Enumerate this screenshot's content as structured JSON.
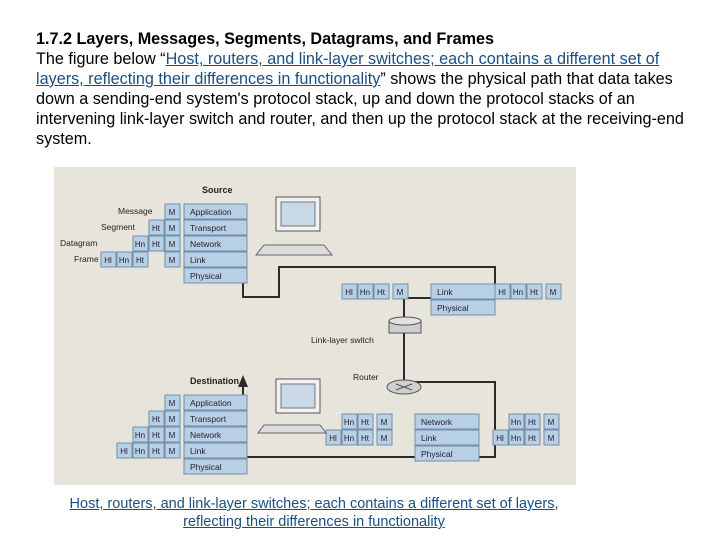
{
  "slide": {
    "heading": "1.7.2 Layers, Messages, Segments, Datagrams, and Frames",
    "intro_before_link": "The figure below “",
    "link_text": "Host, routers, and link-layer switches; each contains a different set of layers, reflecting their differences in functionality",
    "intro_after_link": "” shows the physical path that data takes down a sending-end system's protocol stack, up and down the protocol stacks of an intervening link-layer switch and router, and then up the protocol stack at the receiving-end system.",
    "caption": "Host, routers, and link-layer switches; each contains a different set of layers, reflecting their differences in functionality"
  },
  "figure": {
    "source_title": "Source",
    "destination_title": "Destination",
    "switch_label": "Link-layer switch",
    "router_label": "Router",
    "unit_labels": [
      "Message",
      "Segment",
      "Datagram",
      "Frame"
    ],
    "layers": [
      "Application",
      "Transport",
      "Network",
      "Link",
      "Physical"
    ],
    "switch_layers": [
      "Link",
      "Physical"
    ],
    "router_layers": [
      "Network",
      "Link",
      "Physical"
    ],
    "headers": {
      "message": "M",
      "transport": "Ht",
      "network": "Hn",
      "link": "Hl"
    },
    "colors": {
      "cell_fill": "#b9cfe3",
      "cell_stroke": "#6f8fae",
      "path": "#2b2b2b"
    }
  }
}
